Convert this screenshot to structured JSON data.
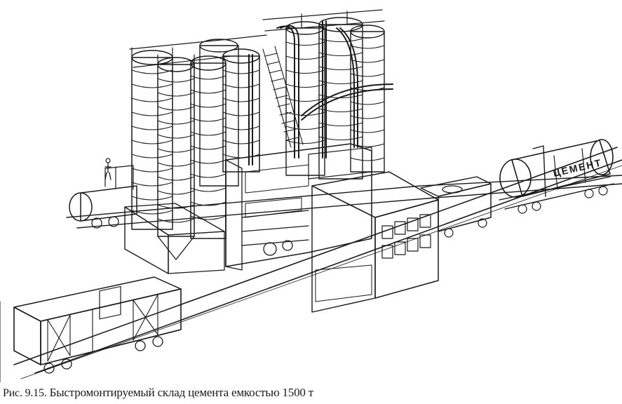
{
  "caption": {
    "label": "Рис. 9.15.",
    "text": "Быстромонтируемый склад цемента емкостью 1500 т"
  },
  "figure": {
    "tank_lettering": "ЦЕМЕНТ"
  },
  "colors": {
    "ink": "#1a1a1a",
    "paper": "#ffffff"
  }
}
